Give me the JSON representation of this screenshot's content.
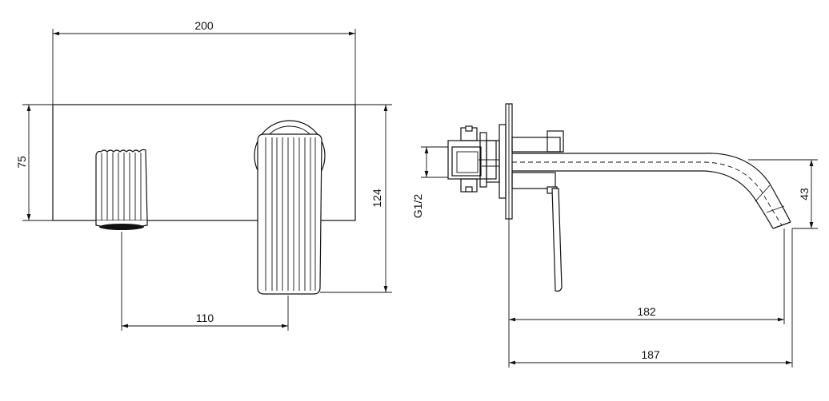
{
  "dimensions": {
    "front_width": "200",
    "plate_height": "75",
    "total_height": "124",
    "spacing": "110",
    "thread": "G1/2",
    "spout_drop": "43",
    "spout_reach": "182",
    "overall_depth": "187"
  }
}
